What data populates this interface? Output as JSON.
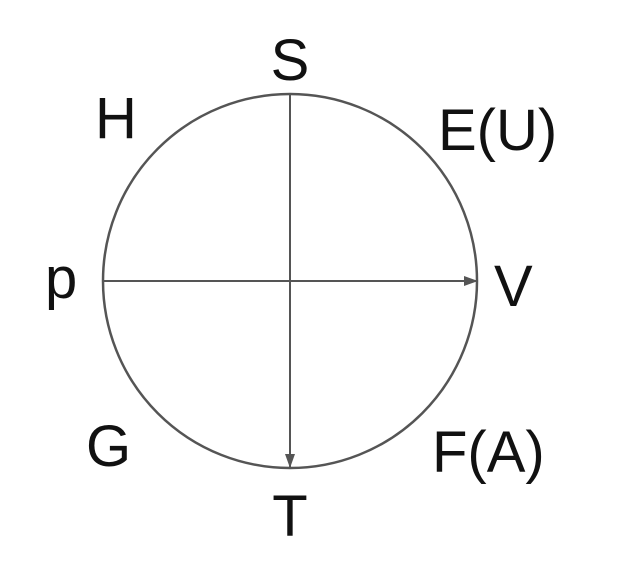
{
  "labels": {
    "top": "S",
    "top_left": "H",
    "top_right": "E(U)",
    "left": "p",
    "right": "V",
    "bottom_left": "G",
    "bottom": "T",
    "bottom_right": "F(A)"
  },
  "colors": {
    "stroke": "#555555",
    "text": "#111111",
    "background": "#ffffff"
  }
}
